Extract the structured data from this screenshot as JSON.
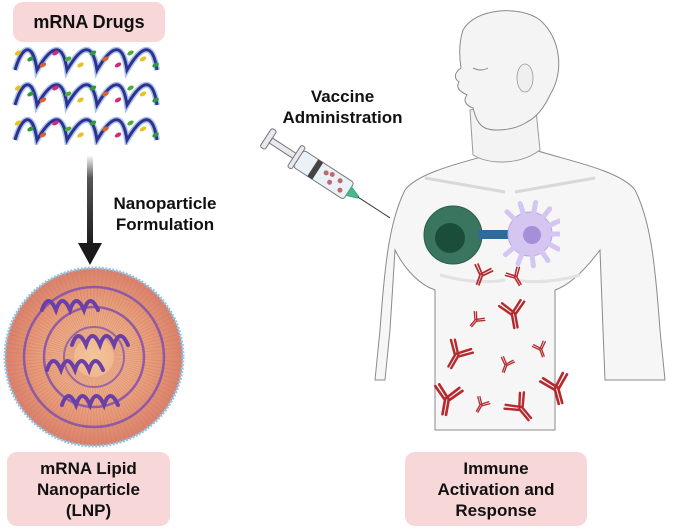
{
  "labels": {
    "mrna_drugs": "mRNA Drugs",
    "formulation": [
      "Nanoparticle",
      "Formulation"
    ],
    "lnp": [
      "mRNA Lipid",
      "Nanoparticle",
      "(LNP)"
    ],
    "vaccine": [
      "Vaccine",
      "Administration"
    ],
    "immune": [
      "Immune",
      "Activation and",
      "Response"
    ]
  },
  "colors": {
    "label_box_bg": "#f8d7d9",
    "rna_backbone": "#2e3192",
    "rna_ribbon": "#a9c3e8",
    "lnp_fill": "#e9a07a",
    "lnp_purple": "#7b4bb0",
    "lnp_border": "#8ec5e6",
    "t_cell": "#3a7560",
    "t_cell_nucleus": "#1b4d3b",
    "dendritic_cell": "#d4c6f1",
    "dendritic_nucleus": "#a58fd8",
    "receptor": "#2e6b9a",
    "antibody": "#b52a2e",
    "body_fill": "#f6f6f6",
    "body_stroke": "#8a8a8a",
    "syringe_needle_hub": "#4fb88a"
  }
}
